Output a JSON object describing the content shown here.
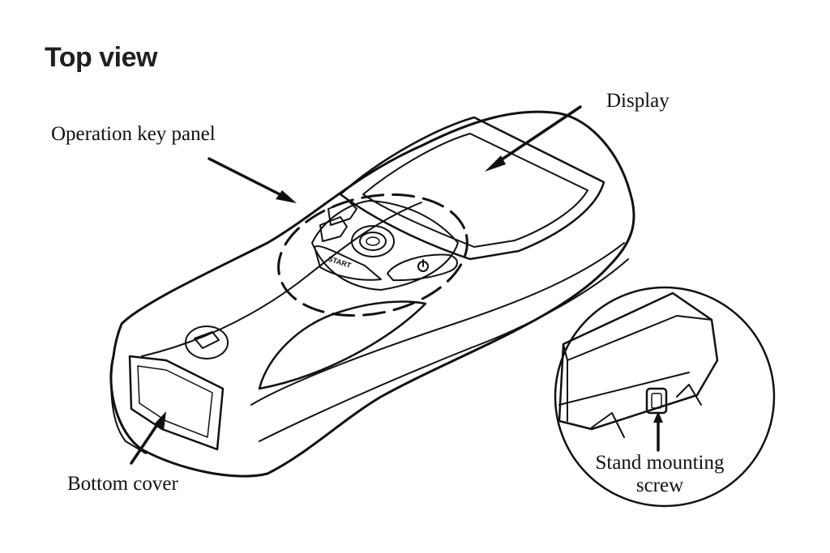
{
  "title": "Top view",
  "labels": {
    "display": "Display",
    "operation_key_panel": "Operation key panel",
    "bottom_cover": "Bottom cover",
    "stand_mounting_screw_line1": "Stand mounting",
    "stand_mounting_screw_line2": "screw"
  },
  "device_text": {
    "start_key": "START"
  },
  "colors": {
    "ink": "#111111",
    "background": "#ffffff",
    "title": "#231f20"
  },
  "icons": [
    "power-icon",
    "brand-logo"
  ]
}
